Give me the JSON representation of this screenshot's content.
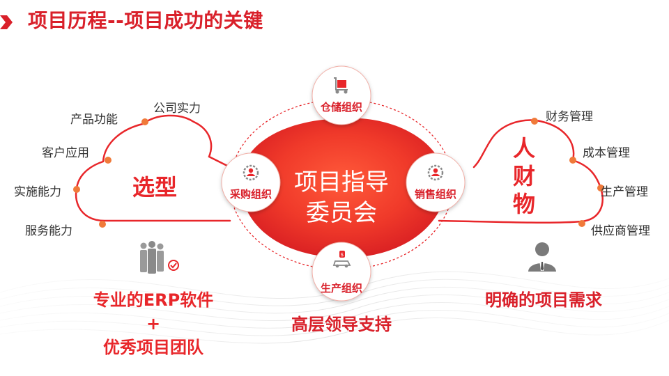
{
  "header": {
    "title": "项目历程--项目成功的关键"
  },
  "center": {
    "line1": "项目指导",
    "line2": "委员会"
  },
  "nodes": {
    "top": "仓储组织",
    "left": "采购组织",
    "right": "销售组织",
    "bottom": "生产组织"
  },
  "left_cloud": {
    "title": "选型",
    "labels": [
      "公司实力",
      "产品功能",
      "客户应用",
      "实施能力",
      "服务能力"
    ]
  },
  "right_cloud": {
    "title_lines": [
      "人",
      "财",
      "物"
    ],
    "labels": [
      "财务管理",
      "成本管理",
      "生产管理",
      "供应商管理"
    ]
  },
  "bottom": {
    "left_line1": "专业的ERP软件",
    "left_plus": "+",
    "left_line3": "优秀项目团队",
    "center": "高层领导支持",
    "right": "明确的项目需求"
  },
  "icons": {
    "arrow": "chevron-right-icon",
    "warehouse": "hand-truck-box-icon",
    "purchase": "gear-person-icon",
    "sales": "gear-person-icon",
    "production": "money-car-icon",
    "team": "team-check-icon",
    "user": "businessman-icon"
  },
  "colors": {
    "accent": "#e8262a",
    "title": "#d9202a",
    "text": "#333333",
    "dot": "#f07a3a"
  }
}
